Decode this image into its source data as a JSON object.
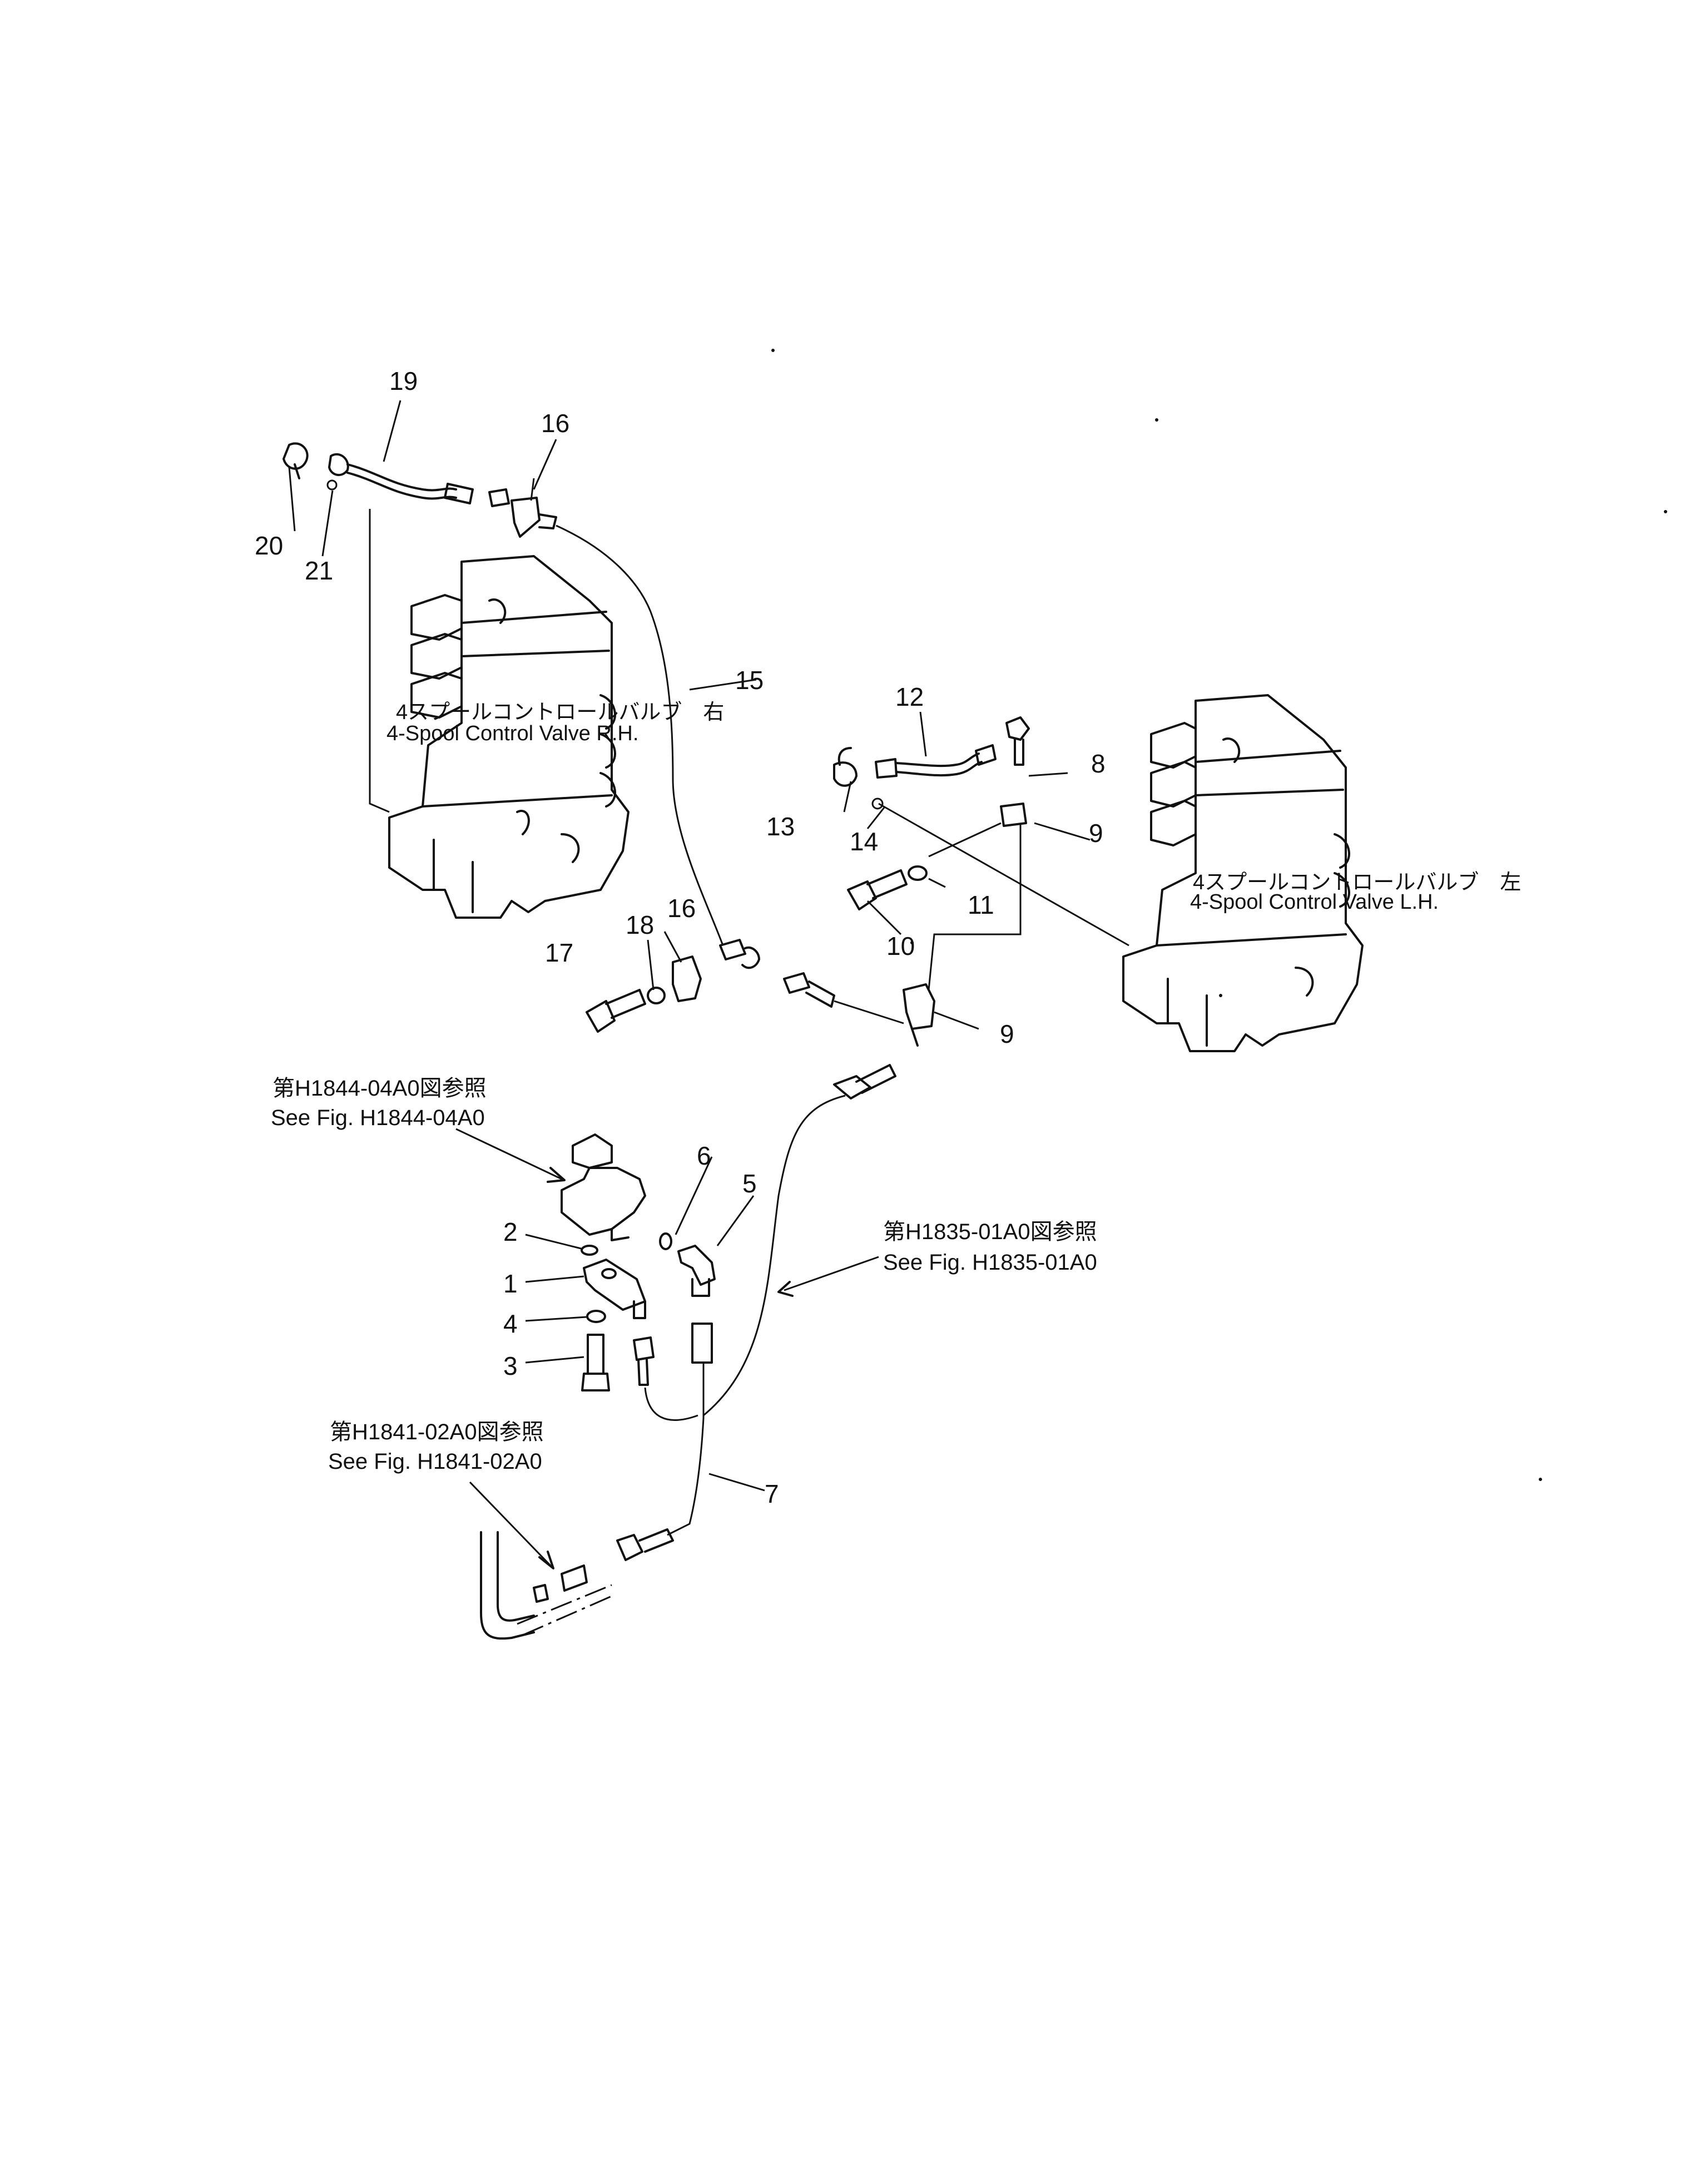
{
  "diagram": {
    "part_numbers": {
      "p1": "1",
      "p2": "2",
      "p3": "3",
      "p4": "4",
      "p5": "5",
      "p6": "6",
      "p7": "7",
      "p8": "8",
      "p9a": "9",
      "p9b": "9",
      "p10": "10",
      "p11": "11",
      "p12": "12",
      "p13": "13",
      "p14": "14",
      "p15": "15",
      "p16a": "16",
      "p16b": "16",
      "p17": "17",
      "p18": "18",
      "p19": "19",
      "p20": "20",
      "p21": "21"
    },
    "valve_rh": {
      "label_jp": "4スプールコントロールバルブ　右",
      "label_en": "4-Spool  Control  Valve  R.H."
    },
    "valve_lh": {
      "label_jp": "4スプールコントロールバルブ　左",
      "label_en": "4-Spool  Control  Valve  L.H."
    },
    "refs": {
      "h1844_jp": "第H1844-04A0図参照",
      "h1844_en": "See  Fig.  H1844-04A0",
      "h1835_jp": "第H1835-01A0図参照",
      "h1835_en": "See  Fig.  H1835-01A0",
      "h1841_jp": "第H1841-02A0図参照",
      "h1841_en": "See  Fig.  H1841-02A0"
    }
  }
}
